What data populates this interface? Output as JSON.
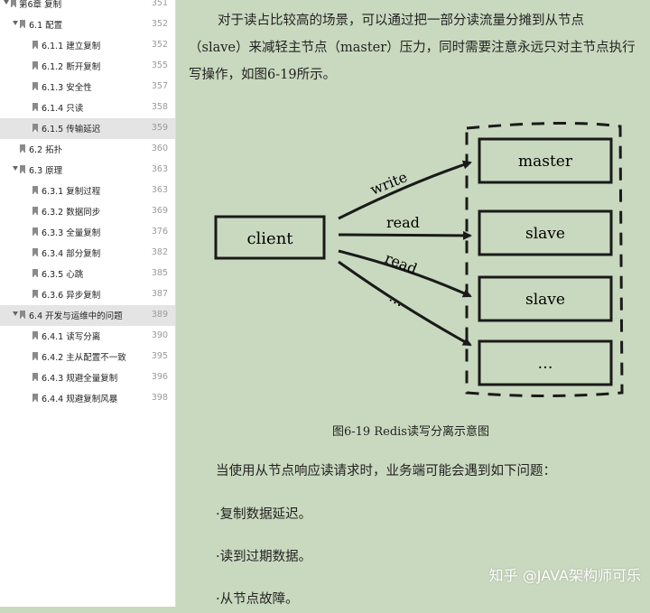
{
  "toc": {
    "items": [
      {
        "level": 0,
        "expanded": true,
        "selected": false,
        "label": "第6章 复制",
        "page": "351"
      },
      {
        "level": 1,
        "expanded": true,
        "selected": false,
        "label": "6.1 配置",
        "page": "352"
      },
      {
        "level": 2,
        "expanded": false,
        "selected": false,
        "label": "6.1.1 建立复制",
        "page": "352"
      },
      {
        "level": 2,
        "expanded": false,
        "selected": false,
        "label": "6.1.2 断开复制",
        "page": "355"
      },
      {
        "level": 2,
        "expanded": false,
        "selected": false,
        "label": "6.1.3 安全性",
        "page": "357"
      },
      {
        "level": 2,
        "expanded": false,
        "selected": false,
        "label": "6.1.4 只读",
        "page": "358"
      },
      {
        "level": 2,
        "expanded": false,
        "selected": true,
        "label": "6.1.5 传输延迟",
        "page": "359"
      },
      {
        "level": 1,
        "expanded": false,
        "selected": false,
        "label": "6.2 拓扑",
        "page": "360"
      },
      {
        "level": 1,
        "expanded": true,
        "selected": false,
        "label": "6.3 原理",
        "page": "363"
      },
      {
        "level": 2,
        "expanded": false,
        "selected": false,
        "label": "6.3.1 复制过程",
        "page": "363"
      },
      {
        "level": 2,
        "expanded": false,
        "selected": false,
        "label": "6.3.2 数据同步",
        "page": "369"
      },
      {
        "level": 2,
        "expanded": false,
        "selected": false,
        "label": "6.3.3 全量复制",
        "page": "376"
      },
      {
        "level": 2,
        "expanded": false,
        "selected": false,
        "label": "6.3.4 部分复制",
        "page": "382"
      },
      {
        "level": 2,
        "expanded": false,
        "selected": false,
        "label": "6.3.5 心跳",
        "page": "385"
      },
      {
        "level": 2,
        "expanded": false,
        "selected": false,
        "label": "6.3.6 异步复制",
        "page": "387"
      },
      {
        "level": 1,
        "expanded": true,
        "selected": true,
        "label": "6.4 开发与运维中的问题",
        "page": "389"
      },
      {
        "level": 2,
        "expanded": false,
        "selected": false,
        "label": "6.4.1 读写分离",
        "page": "390"
      },
      {
        "level": 2,
        "expanded": false,
        "selected": false,
        "label": "6.4.2 主从配置不一致",
        "page": "395"
      },
      {
        "level": 2,
        "expanded": false,
        "selected": false,
        "label": "6.4.3 规避全量复制",
        "page": "396"
      },
      {
        "level": 2,
        "expanded": false,
        "selected": false,
        "label": "6.4.4 规避复制风暴",
        "page": "398"
      }
    ]
  },
  "content": {
    "intro_lines": [
      "对于读占比较高的场景，可以通过把一部分读流量分摊到从节点",
      "（slave）来减轻主节点（master）压力，同时需要注意永远只对主节点执行",
      "写操作，如图6-19所示。"
    ],
    "figure": {
      "client": "client",
      "nodes": [
        "master",
        "slave",
        "slave",
        "…"
      ],
      "arrows": [
        "write",
        "read",
        "read",
        "…"
      ]
    },
    "caption": "图6-19   Redis读写分离示意图",
    "after_text": "当使用从节点响应读请求时，业务端可能会遇到如下问题：",
    "issues": [
      "·复制数据延迟。",
      "·读到过期数据。",
      "·从节点故障。"
    ]
  },
  "watermark": "知乎 @JAVA架构师可乐",
  "colors": {
    "page_bg": "#c9d9bf",
    "sidebar_bg": "#ffffff",
    "selected_row": "#e4e4e4",
    "ink": "#222222"
  }
}
